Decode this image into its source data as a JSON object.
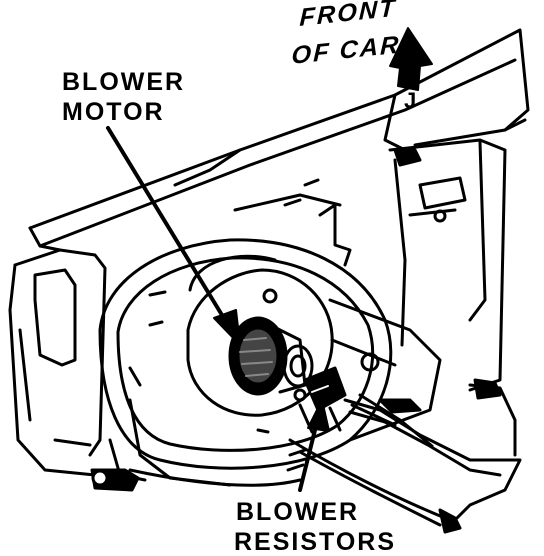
{
  "labels": {
    "front_of_car_line1": "FRONT",
    "front_of_car_line2": "OF CAR",
    "front_marker": "J",
    "blower_motor_line1": "BLOWER",
    "blower_motor_line2": "MOTOR",
    "blower_resistors_line1": "BLOWER",
    "blower_resistors_line2": "RESISTORS"
  },
  "colors": {
    "ink": "#000000",
    "paper": "#ffffff"
  }
}
